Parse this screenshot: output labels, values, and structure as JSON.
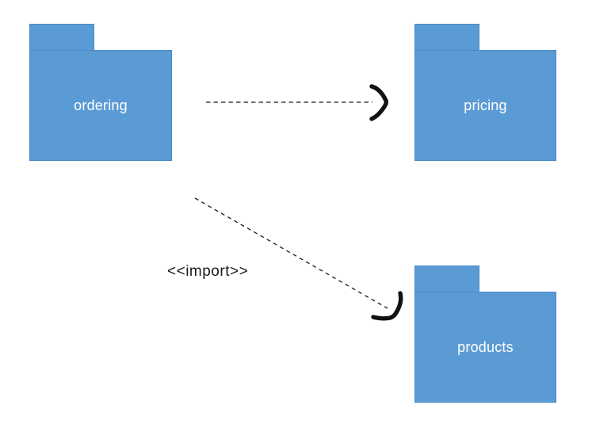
{
  "diagram": {
    "type": "uml-package-diagram",
    "background_color": "#ffffff",
    "packages": [
      {
        "id": "ordering",
        "label": "ordering",
        "fill_color": "#5B9BD5",
        "border_color": "#4A89C8",
        "text_color": "#ffffff"
      },
      {
        "id": "pricing",
        "label": "pricing",
        "fill_color": "#5B9BD5",
        "border_color": "#4A89C8",
        "text_color": "#ffffff"
      },
      {
        "id": "products",
        "label": "products",
        "fill_color": "#5B9BD5",
        "border_color": "#4A89C8",
        "text_color": "#ffffff"
      }
    ],
    "connectors": [
      {
        "id": "ordering-to-pricing",
        "from": "ordering",
        "to": "pricing",
        "style": "dashed",
        "arrowhead": "open-chevron",
        "color": "#000000",
        "label": ""
      },
      {
        "id": "ordering-to-products",
        "from": "ordering",
        "to": "products",
        "style": "dashed",
        "arrowhead": "open-chevron",
        "color": "#000000",
        "label": "<<import>>"
      }
    ],
    "stereotype_label": "<<import>>"
  }
}
